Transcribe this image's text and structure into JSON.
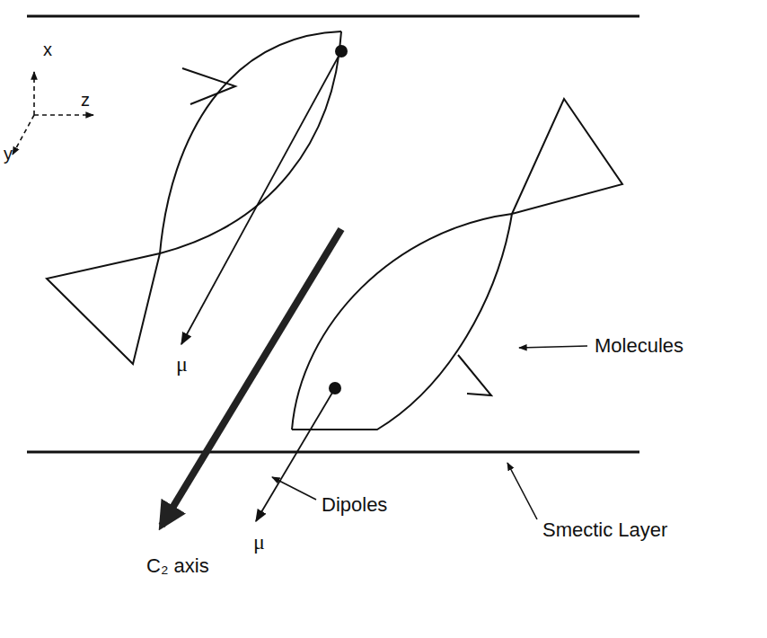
{
  "diagram": {
    "labels": [
      "x",
      "z",
      "y",
      "μ",
      "Molecules",
      "μ",
      "Dipoles",
      "Smectic Layer",
      "C₂ axis"
    ]
  }
}
